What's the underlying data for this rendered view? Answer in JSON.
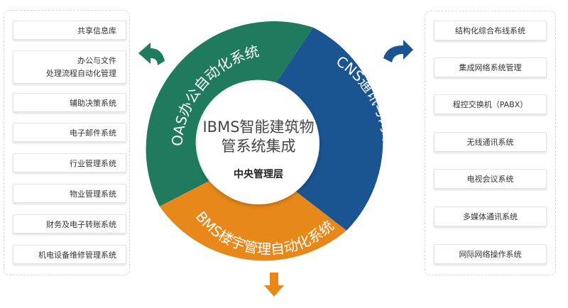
{
  "left_systems": [
    {
      "lines": [
        "共享信息库"
      ]
    },
    {
      "lines": [
        "办公与文件",
        "处理流程自动化管理"
      ]
    },
    {
      "lines": [
        "辅助决策系统"
      ]
    },
    {
      "lines": [
        "电子邮件系统"
      ]
    },
    {
      "lines": [
        "行业管理系统"
      ]
    },
    {
      "lines": [
        "物业管理系统"
      ]
    },
    {
      "lines": [
        "财务及电子转账系统"
      ]
    },
    {
      "lines": [
        "机电设备维修管理系统"
      ]
    }
  ],
  "right_systems": [
    "结构化综合布线系统",
    "集成网络系统管理",
    "程控交换机（PABX）",
    "无线通讯系统",
    "电视会议系统",
    "多媒体通讯系统",
    "网际网络操作系统"
  ],
  "center": {
    "title_line1": "IBMS智能建筑物",
    "title_line2": "管系统集成",
    "subtitle": "中央管理层"
  },
  "segments": {
    "oas": "OAS办公自动化系统",
    "cns": "CNS通讯与网络系统",
    "bms": "BMS楼宇管理自动化系统"
  },
  "colors": {
    "oas": "#1f7a5e",
    "cns": "#1a5591",
    "bms": "#e8881a",
    "arrow_green": "#1f7a5e",
    "arrow_blue": "#1a5591",
    "arrow_orange": "#e8881a"
  }
}
